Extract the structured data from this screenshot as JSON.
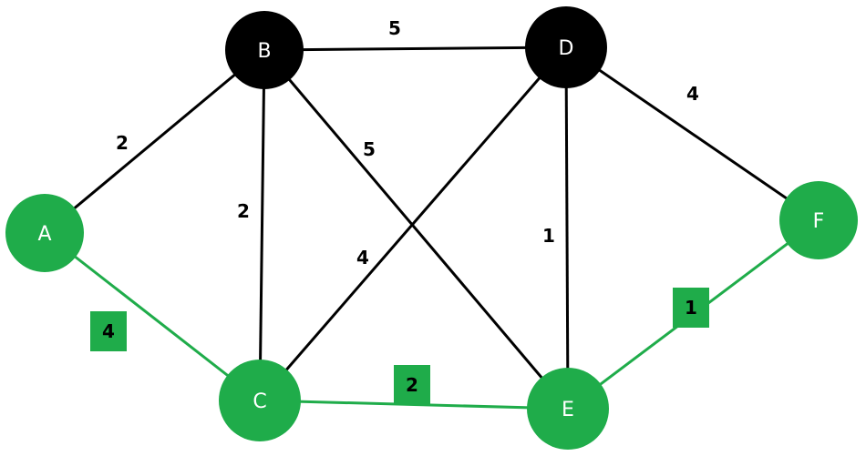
{
  "colors": {
    "black": "#000000",
    "green": "#1fac4a",
    "white": "#ffffff"
  },
  "graph": {
    "nodes": [
      {
        "id": "A",
        "label": "A",
        "state": "green"
      },
      {
        "id": "B",
        "label": "B",
        "state": "black"
      },
      {
        "id": "C",
        "label": "C",
        "state": "green"
      },
      {
        "id": "D",
        "label": "D",
        "state": "black"
      },
      {
        "id": "E",
        "label": "E",
        "state": "green"
      },
      {
        "id": "F",
        "label": "F",
        "state": "green"
      }
    ],
    "edges": [
      {
        "from": "A",
        "to": "B",
        "weight": "2",
        "state": "black"
      },
      {
        "from": "B",
        "to": "D",
        "weight": "5",
        "state": "black"
      },
      {
        "from": "B",
        "to": "C",
        "weight": "2",
        "state": "black"
      },
      {
        "from": "B",
        "to": "E",
        "weight": "5",
        "state": "black"
      },
      {
        "from": "D",
        "to": "C",
        "weight": "4",
        "state": "black"
      },
      {
        "from": "D",
        "to": "E",
        "weight": "1",
        "state": "black"
      },
      {
        "from": "D",
        "to": "F",
        "weight": "4",
        "state": "black"
      },
      {
        "from": "A",
        "to": "C",
        "weight": "4",
        "state": "green"
      },
      {
        "from": "C",
        "to": "E",
        "weight": "2",
        "state": "green"
      },
      {
        "from": "E",
        "to": "F",
        "weight": "1",
        "state": "green"
      }
    ]
  }
}
